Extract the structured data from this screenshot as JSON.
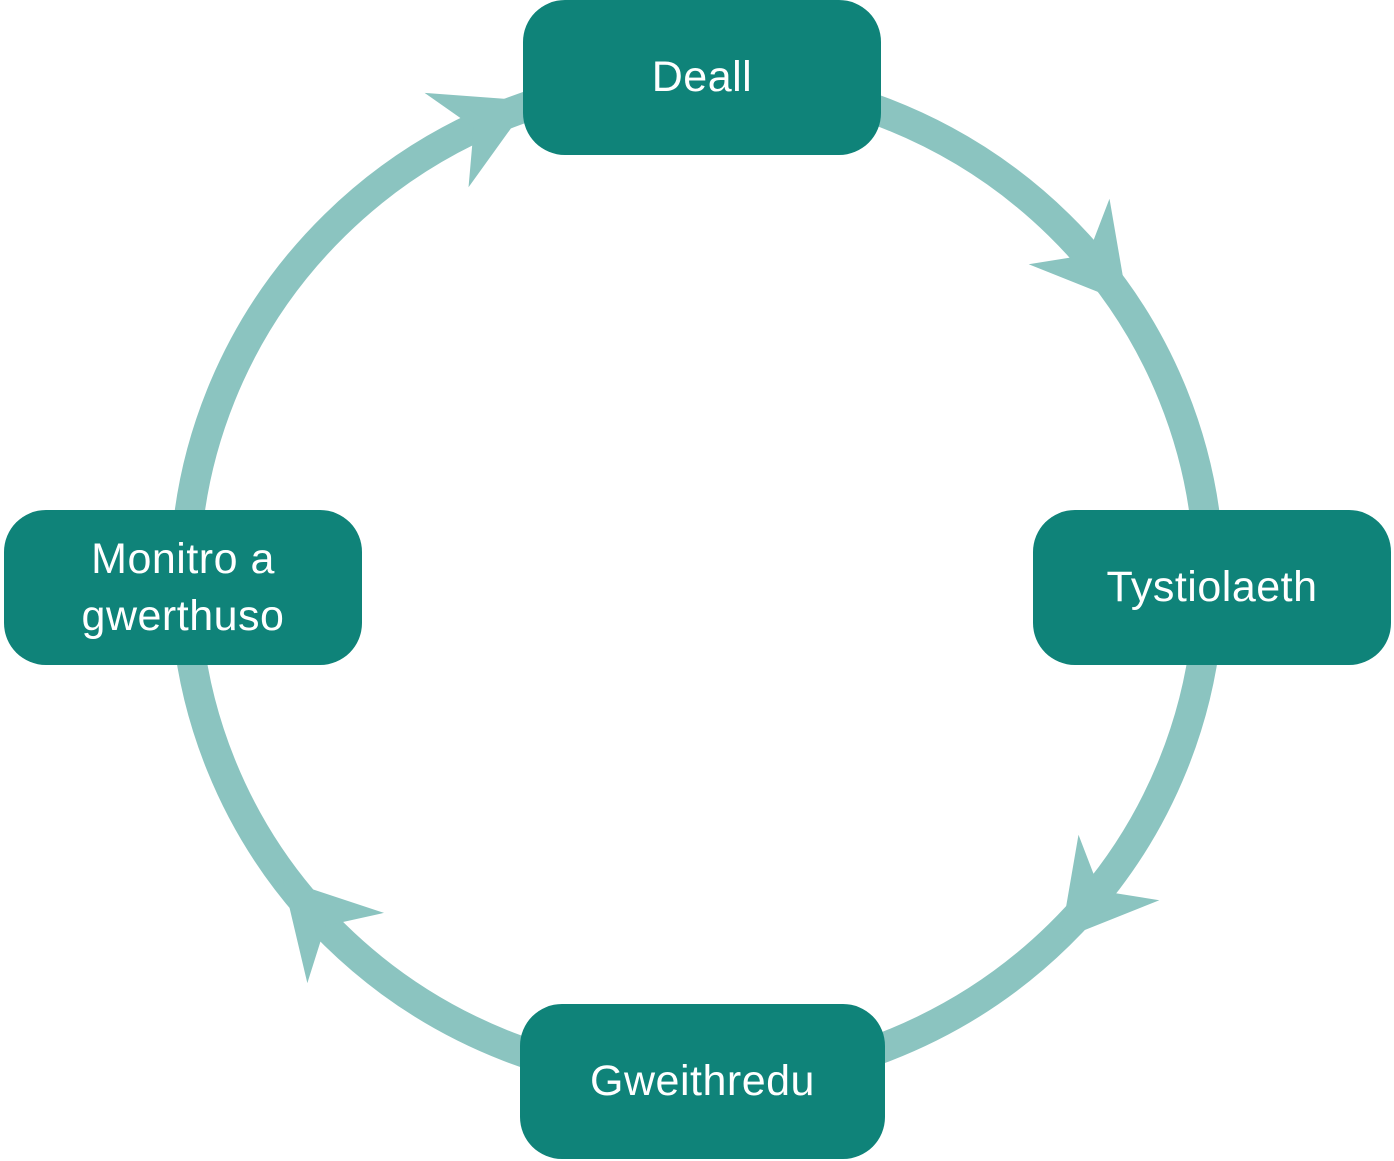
{
  "diagram": {
    "type": "cycle",
    "direction": "clockwise",
    "colors": {
      "node_fill": "#0F8379",
      "node_text": "#FFFFFF",
      "ring": "#8BC4C0",
      "background": "#FFFFFF"
    },
    "nodes": [
      {
        "id": "deall",
        "label": "Deall",
        "position": "top"
      },
      {
        "id": "tystiolaeth",
        "label": "Tystiolaeth",
        "position": "right"
      },
      {
        "id": "gweithredu",
        "label": "Gweithredu",
        "position": "bottom"
      },
      {
        "id": "monitro-a-gwerthuso",
        "label": "Monitro a gwerthuso",
        "position": "left"
      }
    ],
    "flow_sequence": [
      "Deall",
      "Tystiolaeth",
      "Gweithredu",
      "Monitro a gwerthuso",
      "Deall"
    ],
    "icons": {
      "arrowhead": "clockwise-dart"
    }
  }
}
